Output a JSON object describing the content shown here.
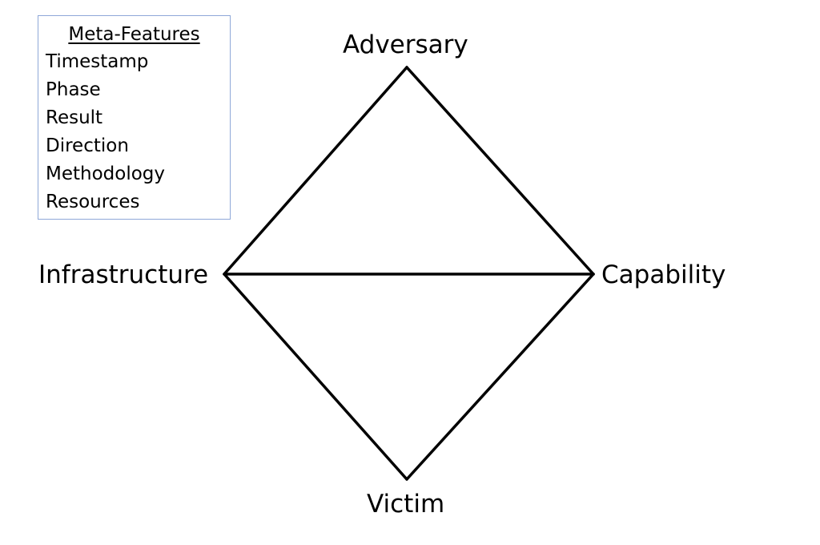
{
  "meta_features": {
    "title": "Meta-Features",
    "items": [
      "Timestamp",
      "Phase",
      "Result",
      "Direction",
      "Methodology",
      "Resources"
    ]
  },
  "nodes": {
    "adversary": "Adversary",
    "infrastructure": "Infrastructure",
    "capability": "Capability",
    "victim": "Victim"
  },
  "colors": {
    "line": "#000000",
    "box_border": "#8fa8d8"
  }
}
